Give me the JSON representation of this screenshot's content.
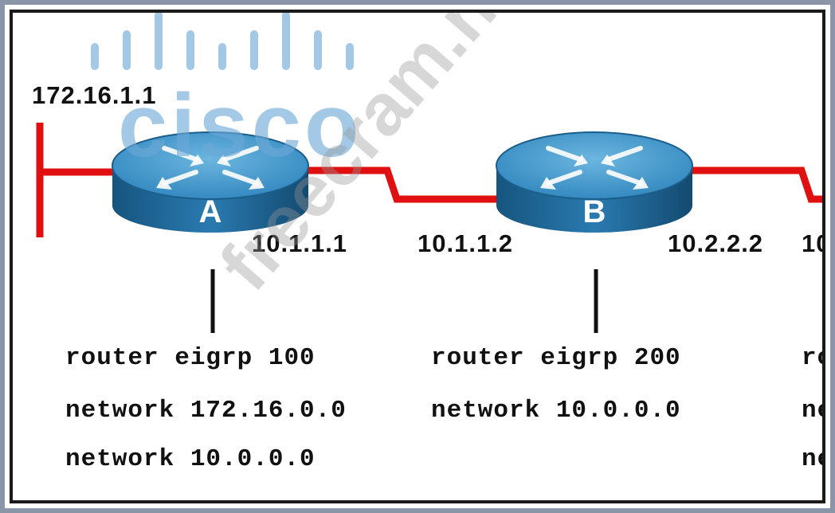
{
  "logo": {
    "text": "cisco",
    "icon": "cisco-bars-logo"
  },
  "watermark": {
    "text": "freecram.net"
  },
  "routers": [
    {
      "label": "A",
      "config": [
        "router eigrp 100",
        "network 172.16.0.0",
        "network 10.0.0.0"
      ]
    },
    {
      "label": "B",
      "config": [
        "router eigrp 200",
        "network 10.0.0.0"
      ]
    },
    {
      "label": "",
      "config": [
        "ro",
        "ne",
        "ne"
      ]
    }
  ],
  "ip_labels": {
    "a_lan": "172.16.1.1",
    "a_serial": "10.1.1.1",
    "b_serial_left": "10.1.1.2",
    "b_serial_right": "10.2.2.2",
    "cut_off": "10."
  },
  "colors": {
    "link": "#e01010",
    "router_top": "#3a8fc4",
    "router_side": "#1f6aa0",
    "frame": "#8a96a8",
    "logo": "#6ca8d6"
  }
}
